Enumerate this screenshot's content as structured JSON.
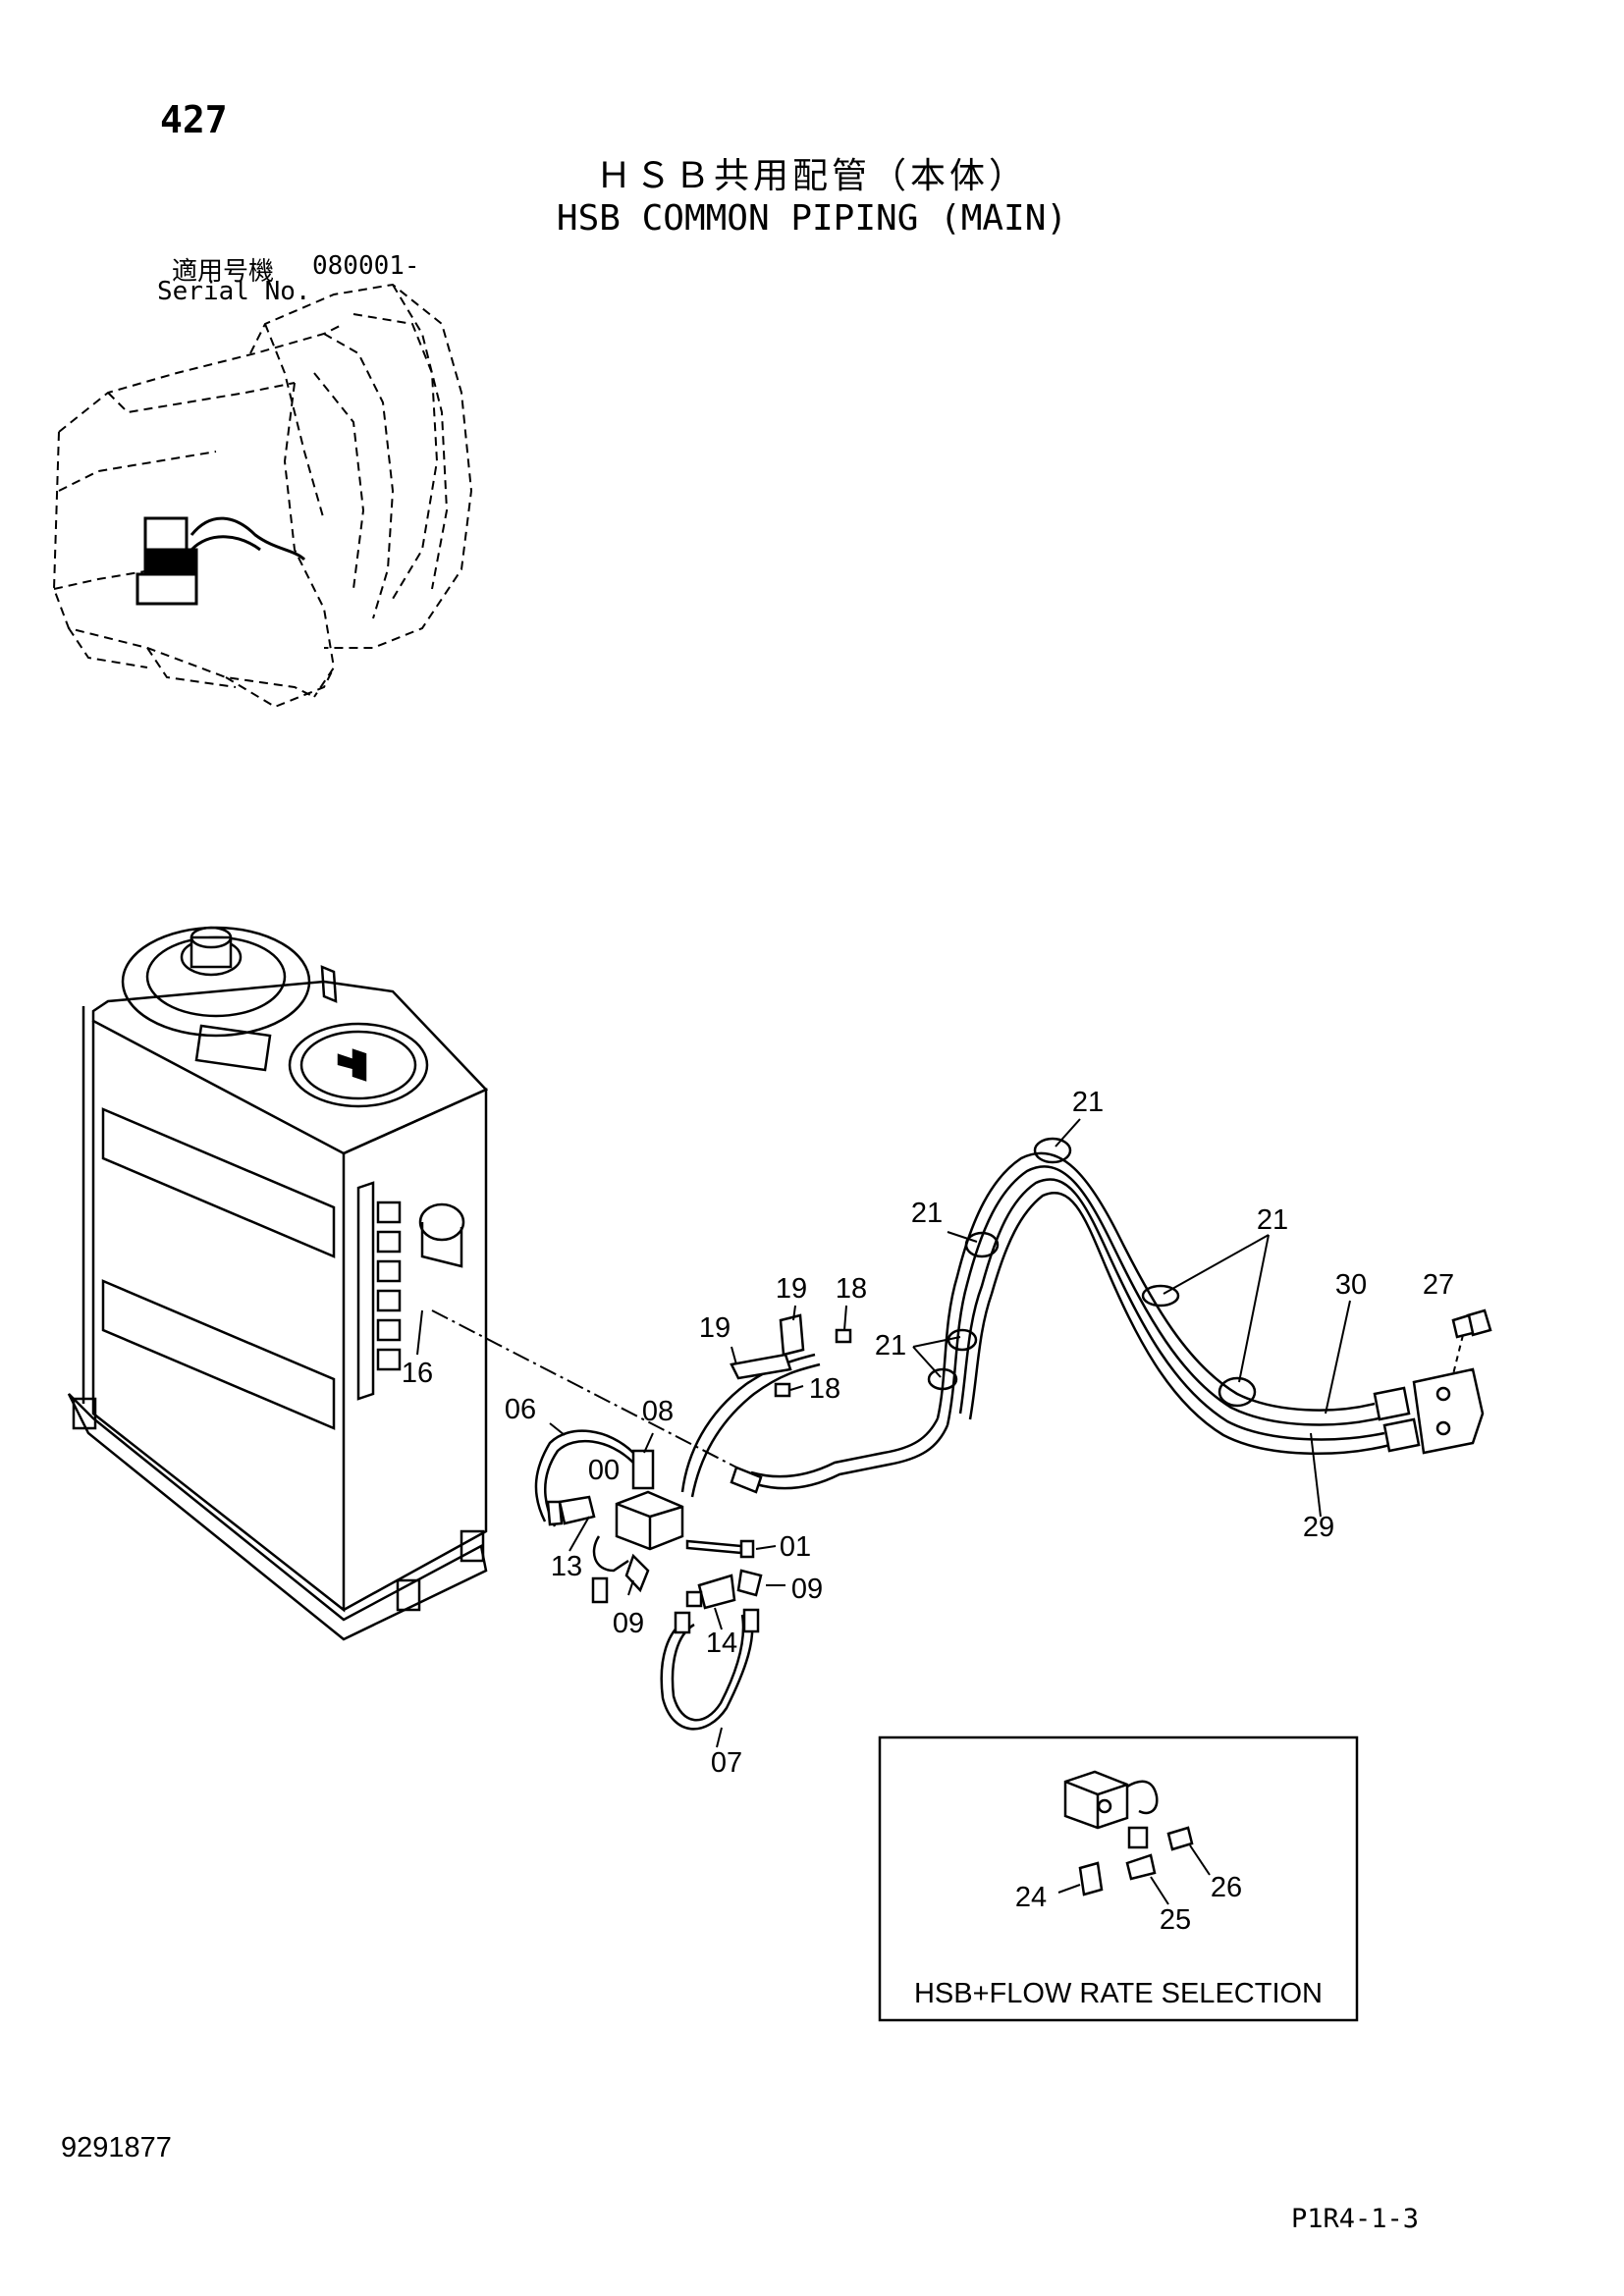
{
  "header": {
    "page_number": "427",
    "title_jp": "ＨＳＢ共用配管（本体）",
    "title_en": "HSB COMMON PIPING (MAIN)",
    "serial_label_jp": "適用号機",
    "serial_value": "080001-",
    "serial_label_en": "Serial No."
  },
  "callouts": {
    "c00": "00",
    "c01": "01",
    "c06": "06",
    "c07": "07",
    "c08": "08",
    "c09a": "09",
    "c09b": "09",
    "c13": "13",
    "c14": "14",
    "c16": "16",
    "c18a": "18",
    "c18b": "18",
    "c19a": "19",
    "c19b": "19",
    "c21a": "21",
    "c21b": "21",
    "c21c": "21",
    "c21d": "21",
    "c24": "24",
    "c25": "25",
    "c26": "26",
    "c27": "27",
    "c29": "29",
    "c30": "30"
  },
  "inset": {
    "caption": "HSB+FLOW RATE SELECTION"
  },
  "footer": {
    "doc_number": "9291877",
    "sheet_code": "P1R4-1-3"
  }
}
